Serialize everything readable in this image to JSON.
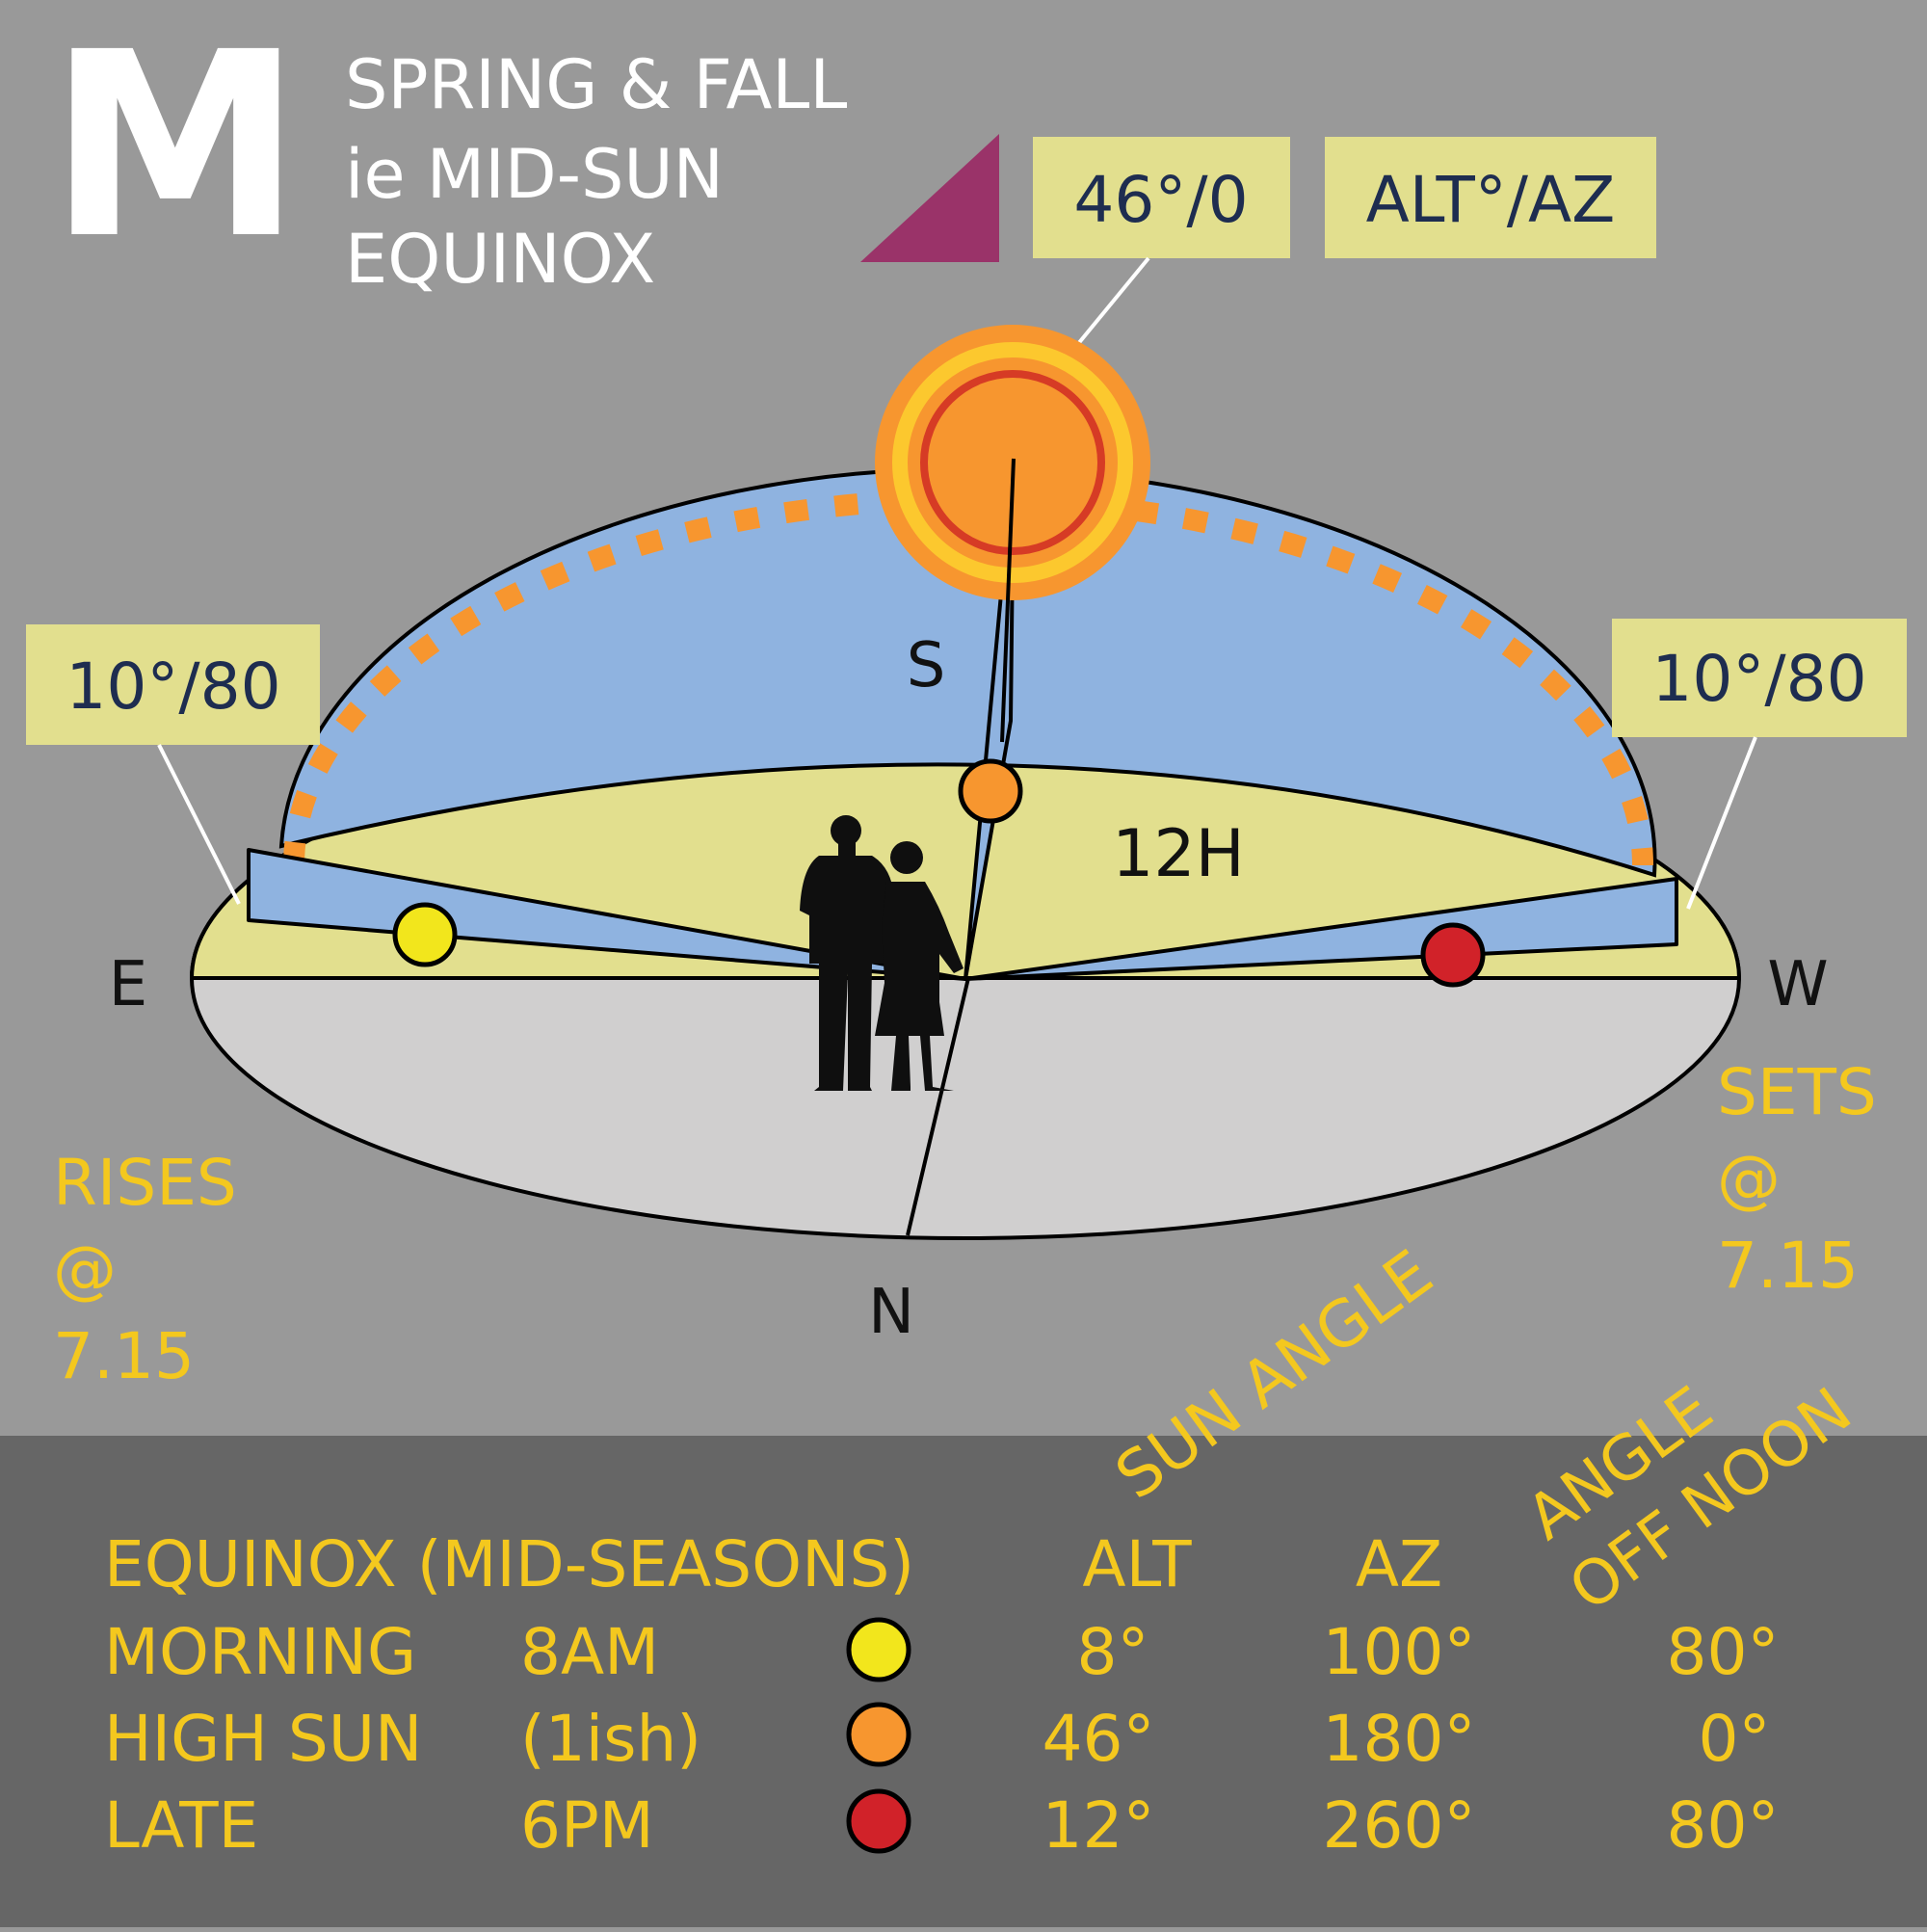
{
  "header": {
    "big_letter": "M",
    "title_lines": [
      "SPRING & FALL",
      "ie MID-SUN",
      "EQUINOX"
    ]
  },
  "labels": {
    "noon_box": "46°/0",
    "legend_box": "ALT°/AZ",
    "east_box": "10°/80",
    "west_box": "10°/80",
    "compass": {
      "s": "S",
      "n": "N",
      "e": "E",
      "w": "W"
    },
    "hours": "12H",
    "rises": [
      "RISES",
      "@",
      "7.15"
    ],
    "sets": [
      "SETS",
      "@",
      "7.15"
    ],
    "sun_angle": "SUN ANGLE",
    "angle_off_noon": [
      "ANGLE",
      "OFF NOON"
    ]
  },
  "table": {
    "header": {
      "label": "EQUINOX (MID-SEASONS)",
      "alt": "ALT",
      "az": "AZ"
    },
    "rows": [
      {
        "name": "MORNING",
        "time": "8AM",
        "dot_color": "#f2e61c",
        "alt": "8°",
        "az": "100°",
        "off": "80°"
      },
      {
        "name": "HIGH SUN",
        "time": "(1ish)",
        "dot_color": "#f7962f",
        "alt": "46°",
        "az": "180°",
        "off": "0°"
      },
      {
        "name": "LATE",
        "time": "6PM",
        "dot_color": "#d12229",
        "alt": "12°",
        "az": "260°",
        "off": "80°"
      }
    ]
  },
  "colors": {
    "background": "#999999",
    "table_bg": "#666666",
    "accent_yellow": "#f4c81e",
    "label_box": "#e2df8e",
    "label_text": "#1e2d50",
    "sky_dome": "#8fb3e0",
    "ground_plane": "#e2df8e",
    "ground_under": "#d0cfcf",
    "sun_path": "#f7962f",
    "wedge": "#9a3369"
  }
}
